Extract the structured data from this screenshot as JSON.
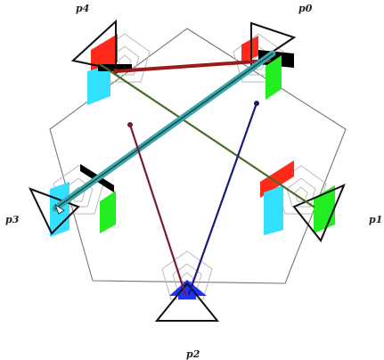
{
  "nodes": [
    {
      "id": "p0",
      "label": "p0",
      "colors": {
        "a": "#ff2a1a",
        "b": "#000000",
        "c": "#22ee22"
      }
    },
    {
      "id": "p1",
      "label": "p1",
      "colors": {
        "a": "#ff2a1a",
        "b": "#33e0ff",
        "c": "#22ee22"
      }
    },
    {
      "id": "p2",
      "label": "p2",
      "colors": {
        "a": "#1a33ff",
        "b": "#1a33ff",
        "c": "#1a33ff"
      }
    },
    {
      "id": "p3",
      "label": "p3",
      "colors": {
        "a": "#000000",
        "b": "#33e0ff",
        "c": "#22ee22"
      }
    },
    {
      "id": "p4",
      "label": "p4",
      "colors": {
        "a": "#ff2a1a",
        "b": "#33e0ff",
        "c": "#000000"
      }
    }
  ],
  "links": [
    {
      "from": "p4",
      "to": "p0",
      "color": "#9a1a1a"
    },
    {
      "from": "p4",
      "to": "p1",
      "color": "#4a6a2a"
    },
    {
      "from": "p3",
      "to": "p0",
      "color": "#3aa6aa"
    },
    {
      "from": "p2",
      "to": "p4",
      "color": "#7a1a3a"
    },
    {
      "from": "p2",
      "to": "p0",
      "color": "#1a1a7a"
    }
  ]
}
